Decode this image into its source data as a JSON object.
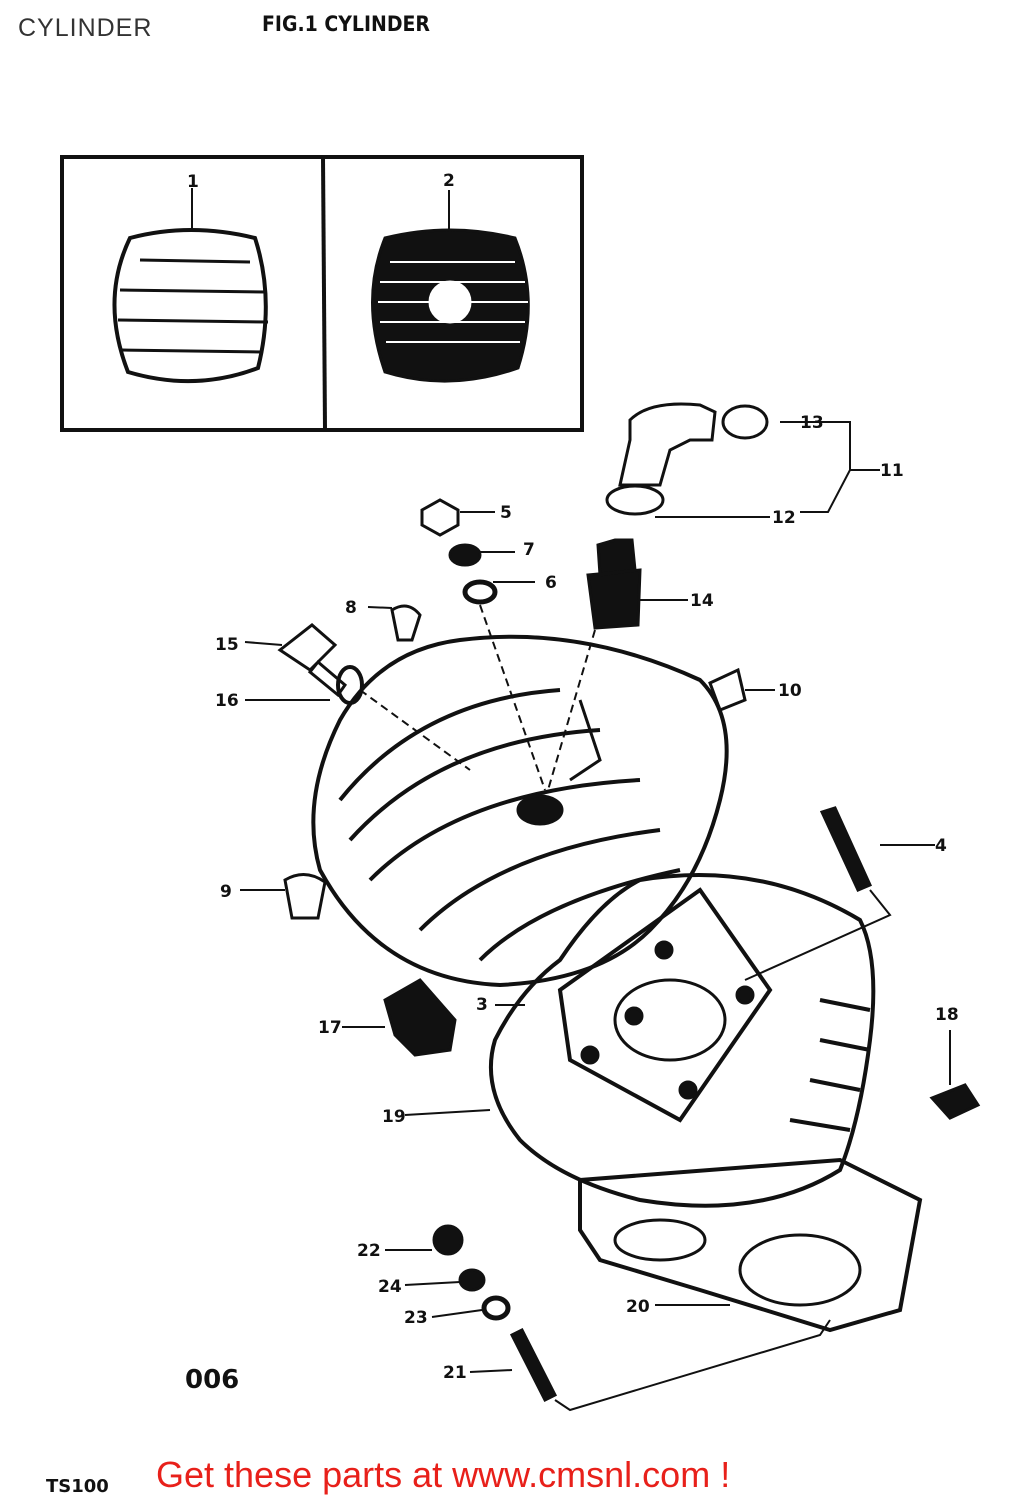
{
  "header": {
    "page_title": "CYLINDER",
    "figure_title": "FIG.1 CYLINDER"
  },
  "diagram": {
    "callouts": [
      {
        "id": "1",
        "label": "1"
      },
      {
        "id": "2",
        "label": "2"
      },
      {
        "id": "3",
        "label": "3"
      },
      {
        "id": "4",
        "label": "4"
      },
      {
        "id": "5",
        "label": "5"
      },
      {
        "id": "6",
        "label": "6"
      },
      {
        "id": "7",
        "label": "7"
      },
      {
        "id": "8",
        "label": "8"
      },
      {
        "id": "9",
        "label": "9"
      },
      {
        "id": "10",
        "label": "10"
      },
      {
        "id": "11",
        "label": "11"
      },
      {
        "id": "12",
        "label": "12"
      },
      {
        "id": "13",
        "label": "13"
      },
      {
        "id": "14",
        "label": "14"
      },
      {
        "id": "15",
        "label": "15"
      },
      {
        "id": "16",
        "label": "16"
      },
      {
        "id": "17",
        "label": "17"
      },
      {
        "id": "18",
        "label": "18"
      },
      {
        "id": "19",
        "label": "19"
      },
      {
        "id": "20",
        "label": "20"
      },
      {
        "id": "21",
        "label": "21"
      },
      {
        "id": "22",
        "label": "22"
      },
      {
        "id": "23",
        "label": "23"
      },
      {
        "id": "24",
        "label": "24"
      }
    ]
  },
  "footer": {
    "page_code": "006",
    "model": "TS100",
    "promo_text": "Get these parts at www.cmsnl.com !"
  },
  "colors": {
    "promo": "#e8201a",
    "ink": "#111111"
  }
}
